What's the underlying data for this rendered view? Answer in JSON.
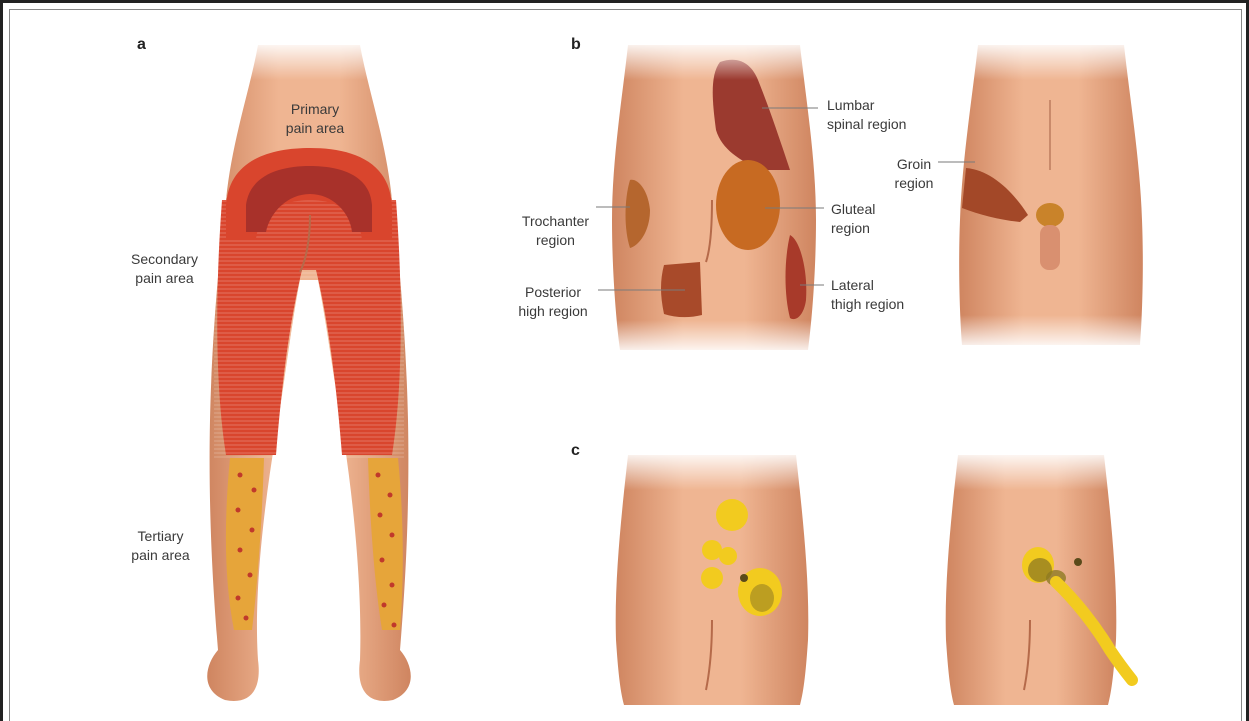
{
  "panels": [
    {
      "letter": "a",
      "labels": {
        "primary": "Primary\npain area",
        "secondary": "Secondary\npain area",
        "tertiary": "Tertiary\npain area"
      }
    },
    {
      "letter": "b",
      "labels": {
        "lumbar": "Lumbar\nspinal region",
        "trochanter": "Trochanter\nregion",
        "gluteal": "Gluteal\nregion",
        "posterior": "Posterior\nhigh region",
        "lateral": "Lateral\nthigh region",
        "groin": "Groin\nregion"
      }
    },
    {
      "letter": "c"
    }
  ],
  "colors": {
    "skin": "#e4a27d",
    "skin_light": "#f3c7aa",
    "primary": "#a8312a",
    "secondary": "#d9452d",
    "tertiary": "#e6a53a",
    "lumbar": "#9b3a2f",
    "gluteal": "#c76a22",
    "yellow": "#f2cb1f",
    "dark_yellow": "#8f7a22"
  }
}
